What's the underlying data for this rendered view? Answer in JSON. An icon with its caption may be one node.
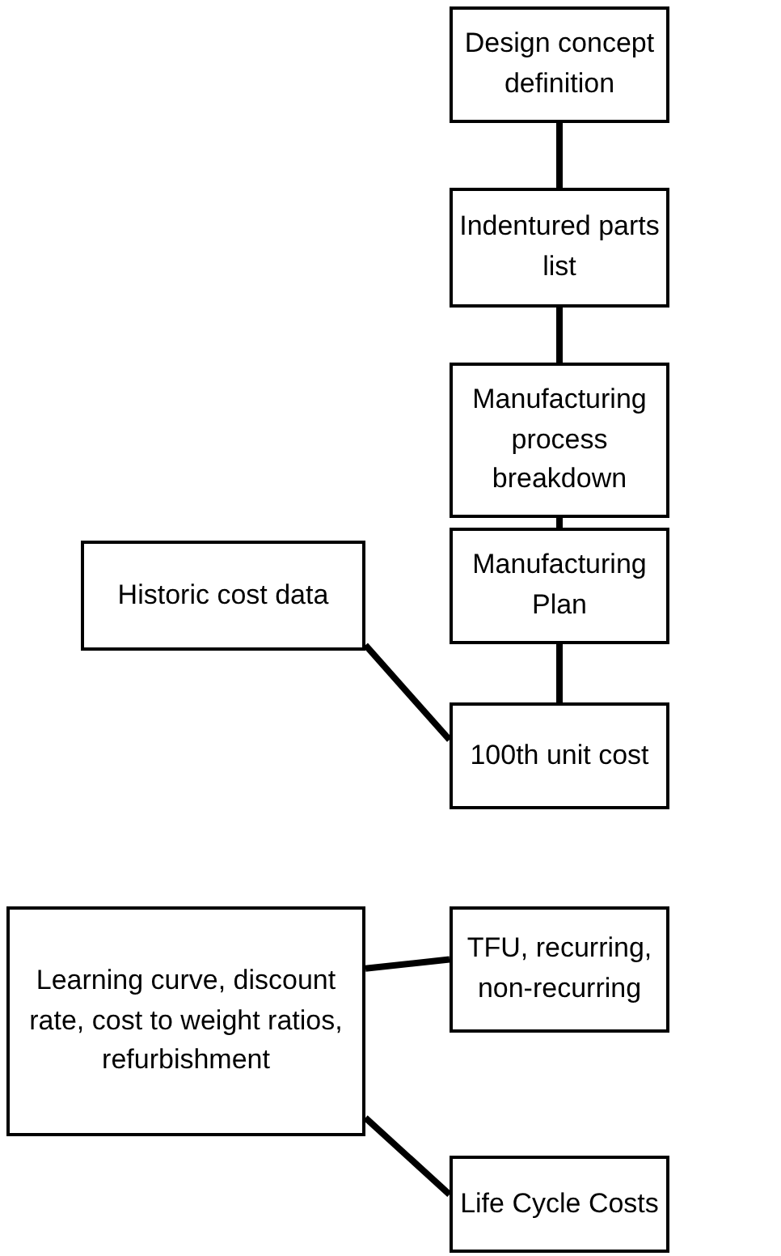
{
  "diagram": {
    "nodes": [
      {
        "text": [
          "Design concept definition"
        ]
      },
      {
        "text": [
          "Indentured parts list"
        ]
      },
      {
        "text": [
          "Manufacturing process breakdown"
        ]
      },
      {
        "text": [
          "Manufacturing Plan"
        ]
      },
      {
        "text": [
          "Historic cost data"
        ]
      },
      {
        "text": [
          "100th unit cost"
        ]
      },
      {
        "text": [
          "Learning curve, discount rate, cost to weight ratios, refurbishment"
        ]
      },
      {
        "text": [
          "TFU, recurring, non-recurring"
        ]
      },
      {
        "text": [
          "Life Cycle Costs"
        ]
      }
    ],
    "edges": [
      {
        "from": 0,
        "to": 1,
        "arrow": "none"
      },
      {
        "from": 1,
        "to": 2,
        "arrow": "none"
      },
      {
        "from": 2,
        "to": 3,
        "arrow": "none"
      },
      {
        "from": 3,
        "to": 5,
        "arrow": "none"
      },
      {
        "from": 4,
        "to": 5,
        "arrow": "none"
      },
      {
        "from": 6,
        "to": 7,
        "arrow": "none"
      },
      {
        "from": 6,
        "to": 8,
        "arrow": "none"
      }
    ]
  }
}
